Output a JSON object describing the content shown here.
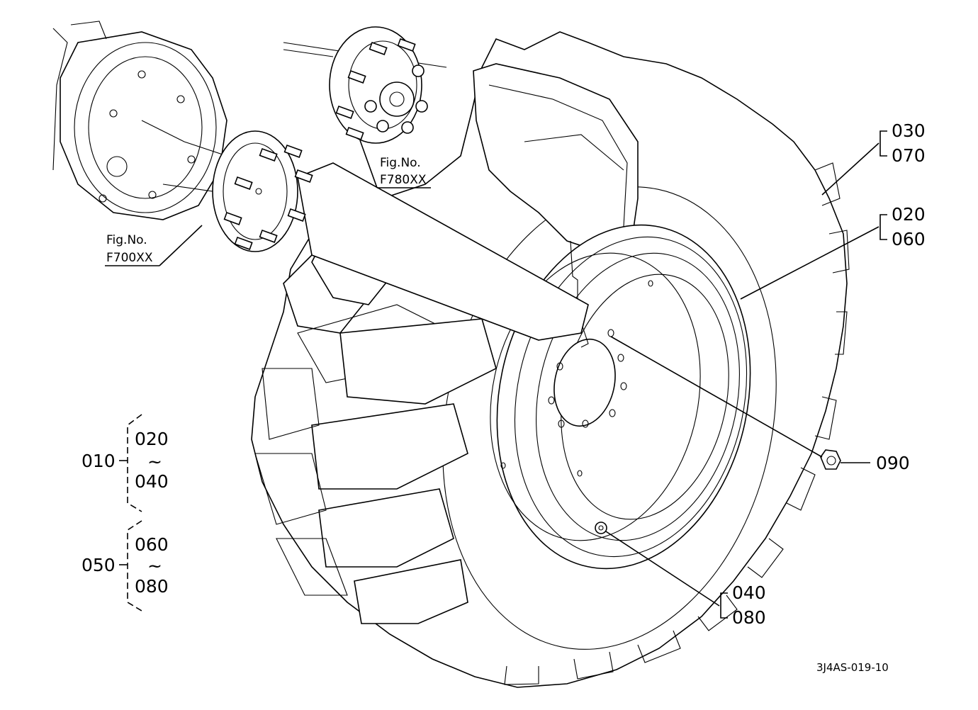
{
  "callouts": {
    "c030": "030",
    "c070": "070",
    "c020": "020",
    "c060": "060",
    "c090": "090",
    "c040": "040",
    "c080": "080"
  },
  "groups": {
    "g010": {
      "id": "010",
      "from": "020",
      "tilde": "~",
      "to": "040"
    },
    "g050": {
      "id": "050",
      "from": "060",
      "tilde": "~",
      "to": "080"
    }
  },
  "figrefs": {
    "left": {
      "label": "Fig.No.",
      "number": "F700XX"
    },
    "right": {
      "label": "Fig.No.",
      "number": "F780XX"
    }
  },
  "drawing_code": "3J4AS-019-10"
}
